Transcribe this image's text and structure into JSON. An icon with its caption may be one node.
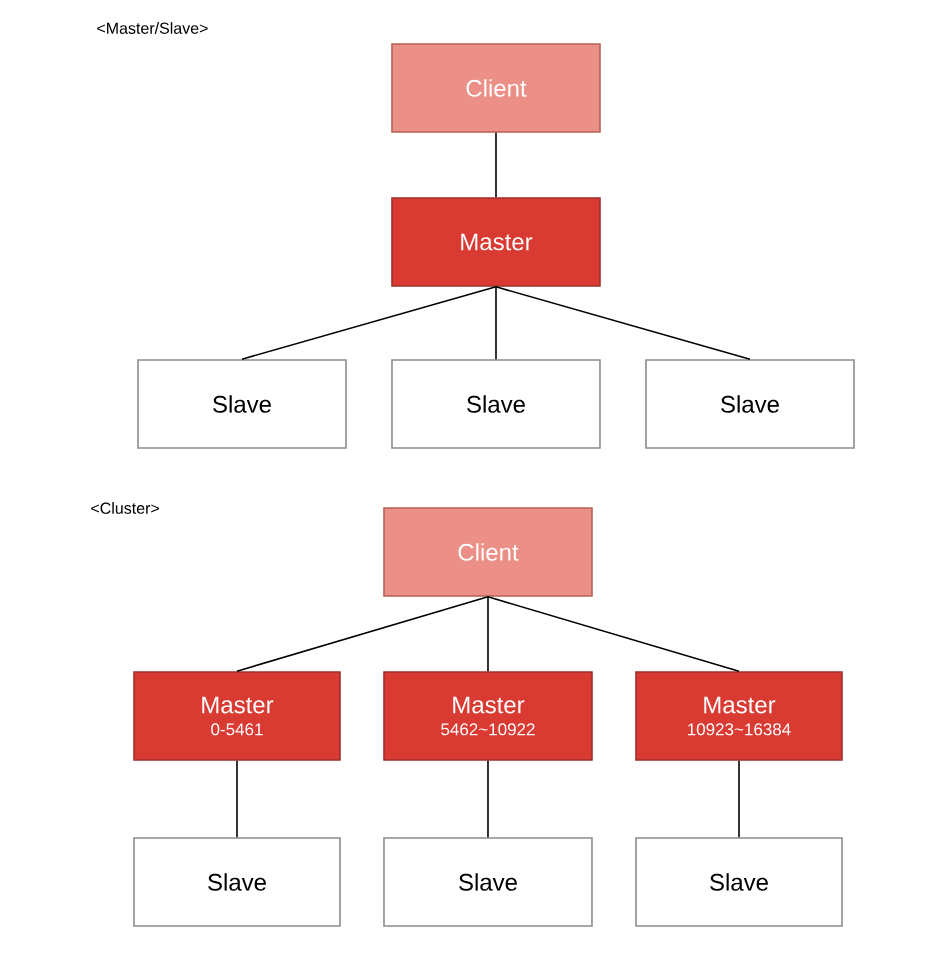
{
  "diagram": {
    "nodes": [
      {
        "text": [
          "Client"
        ]
      },
      {
        "text": [
          "Master"
        ]
      },
      {
        "text": [
          "Slave"
        ]
      },
      {
        "text": [
          "Slave"
        ]
      },
      {
        "text": [
          "Slave"
        ]
      },
      {
        "text": [
          "Client"
        ]
      },
      {
        "text": [
          "Master",
          "0-5461"
        ]
      },
      {
        "text": [
          "Master",
          "5462~10922"
        ]
      },
      {
        "text": [
          "Master",
          "10923~16384"
        ]
      },
      {
        "text": [
          "Slave"
        ]
      },
      {
        "text": [
          "Slave"
        ]
      },
      {
        "text": [
          "Slave"
        ]
      }
    ],
    "edges": [
      {
        "from": 0,
        "to": 1,
        "arrow": "none"
      },
      {
        "from": 1,
        "to": 2,
        "arrow": "none"
      },
      {
        "from": 1,
        "to": 3,
        "arrow": "none"
      },
      {
        "from": 1,
        "to": 4,
        "arrow": "none"
      },
      {
        "from": 5,
        "to": 6,
        "arrow": "none"
      },
      {
        "from": 5,
        "to": 7,
        "arrow": "none"
      },
      {
        "from": 5,
        "to": 8,
        "arrow": "none"
      },
      {
        "from": 6,
        "to": 9,
        "arrow": "none"
      },
      {
        "from": 7,
        "to": 10,
        "arrow": "none"
      },
      {
        "from": 8,
        "to": 11,
        "arrow": "none"
      }
    ],
    "labels": [
      "<Master/Slave>",
      "<Cluster>"
    ]
  }
}
